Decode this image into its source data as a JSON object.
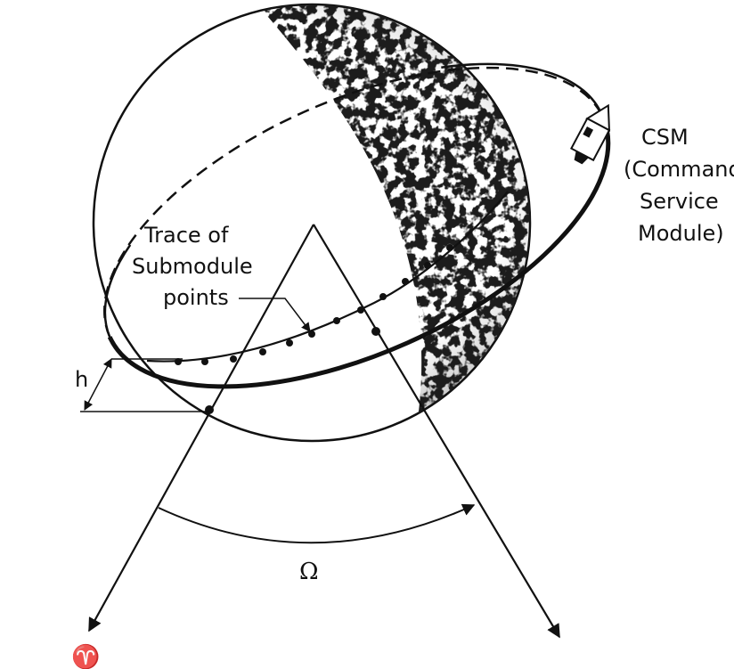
{
  "labels": {
    "csm_line1": "CSM",
    "csm_line2": "(Command",
    "csm_line3": "Service",
    "csm_line4": "Module)",
    "trace_line1": "Trace of",
    "trace_line2": "Submodule",
    "trace_line3": "points",
    "altitude": "h",
    "node_angle": "Ω",
    "vernal_equinox": "♈"
  },
  "colors": {
    "ink": "#111111",
    "paper": "#ffffff",
    "shade": "#1a1a1a"
  }
}
